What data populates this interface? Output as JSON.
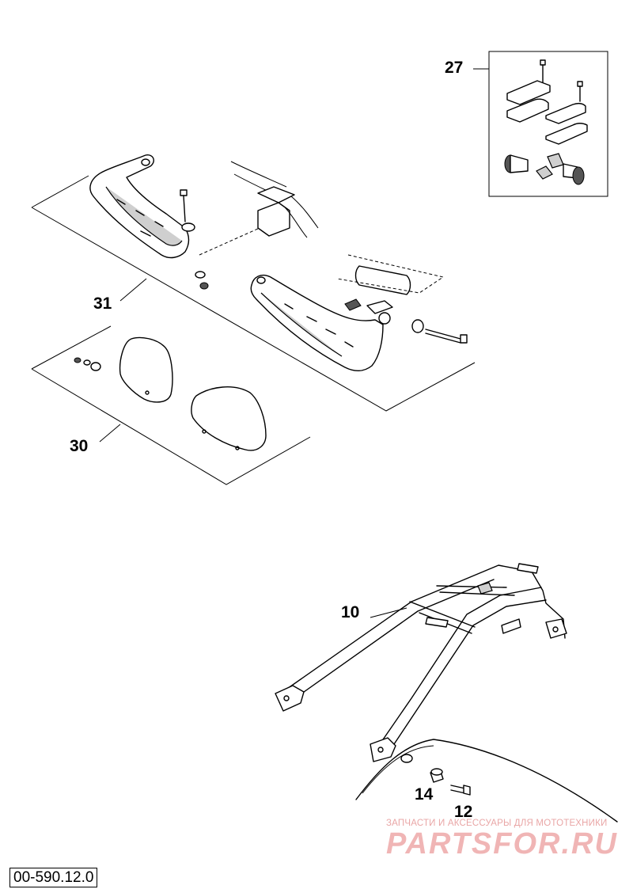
{
  "callouts": {
    "p27": "27",
    "p31": "31",
    "p30": "30",
    "p10": "10",
    "p14": "14",
    "p12": "12"
  },
  "drawing_number": "00-590.12.0",
  "watermark": {
    "tagline": "ЗАПЧАСТИ И АКСЕССУАРЫ ДЛЯ МОТОТЕХНИКИ",
    "logo": "PARTSFOR.RU",
    "color": "#f0b5b5"
  }
}
